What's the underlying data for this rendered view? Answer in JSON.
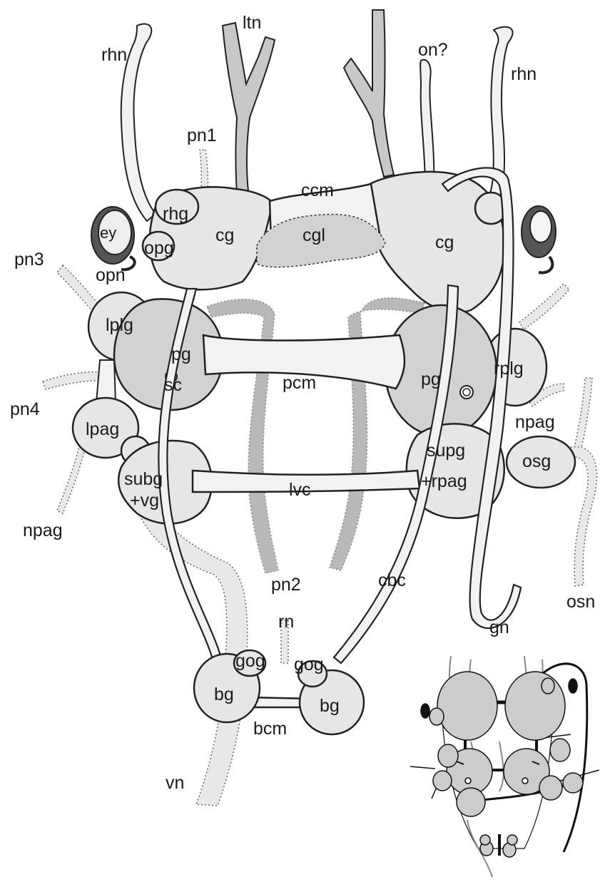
{
  "labels": {
    "ltn": "ltn",
    "rhn_left": "rhn",
    "rhn_right": "rhn",
    "on": "on?",
    "pn1": "pn1",
    "pn2": "pn2",
    "pn3": "pn3",
    "pn4": "pn4",
    "ccm": "ccm",
    "cg_left": "cg",
    "cg_right": "cg",
    "cgl": "cgl",
    "rhg": "rhg",
    "opg": "opg",
    "ey": "ey",
    "opn": "opn",
    "lplg": "lplg",
    "rplg": "rplg",
    "pg_left": "pg",
    "pg_right": "pg",
    "sc": "sc",
    "pcm": "pcm",
    "lpag": "lpag",
    "npag_left": "npag",
    "npag_right": "npag",
    "subg_1": "subg",
    "subg_2": "+vg",
    "supg_1": "supg",
    "supg_2": "+rpag",
    "lvc": "lvc",
    "osg": "osg",
    "osn": "osn",
    "cbc": "cbc",
    "gn": "gn",
    "rn": "rn",
    "gog_left": "gog",
    "gog_right": "gog",
    "bg_left": "bg",
    "bg_right": "bg",
    "bcm": "bcm",
    "vn": "vn"
  },
  "colors": {
    "ganglion_fill": "#e6e6e6",
    "ganglion_dark_fill": "#d2d2d2",
    "nerve_fill": "#f2f2f2",
    "dark_nerve": "#b8b8b8",
    "dotted_nerve": "#9a9a9a",
    "eye_dark": "#555555",
    "outline": "#222222"
  }
}
